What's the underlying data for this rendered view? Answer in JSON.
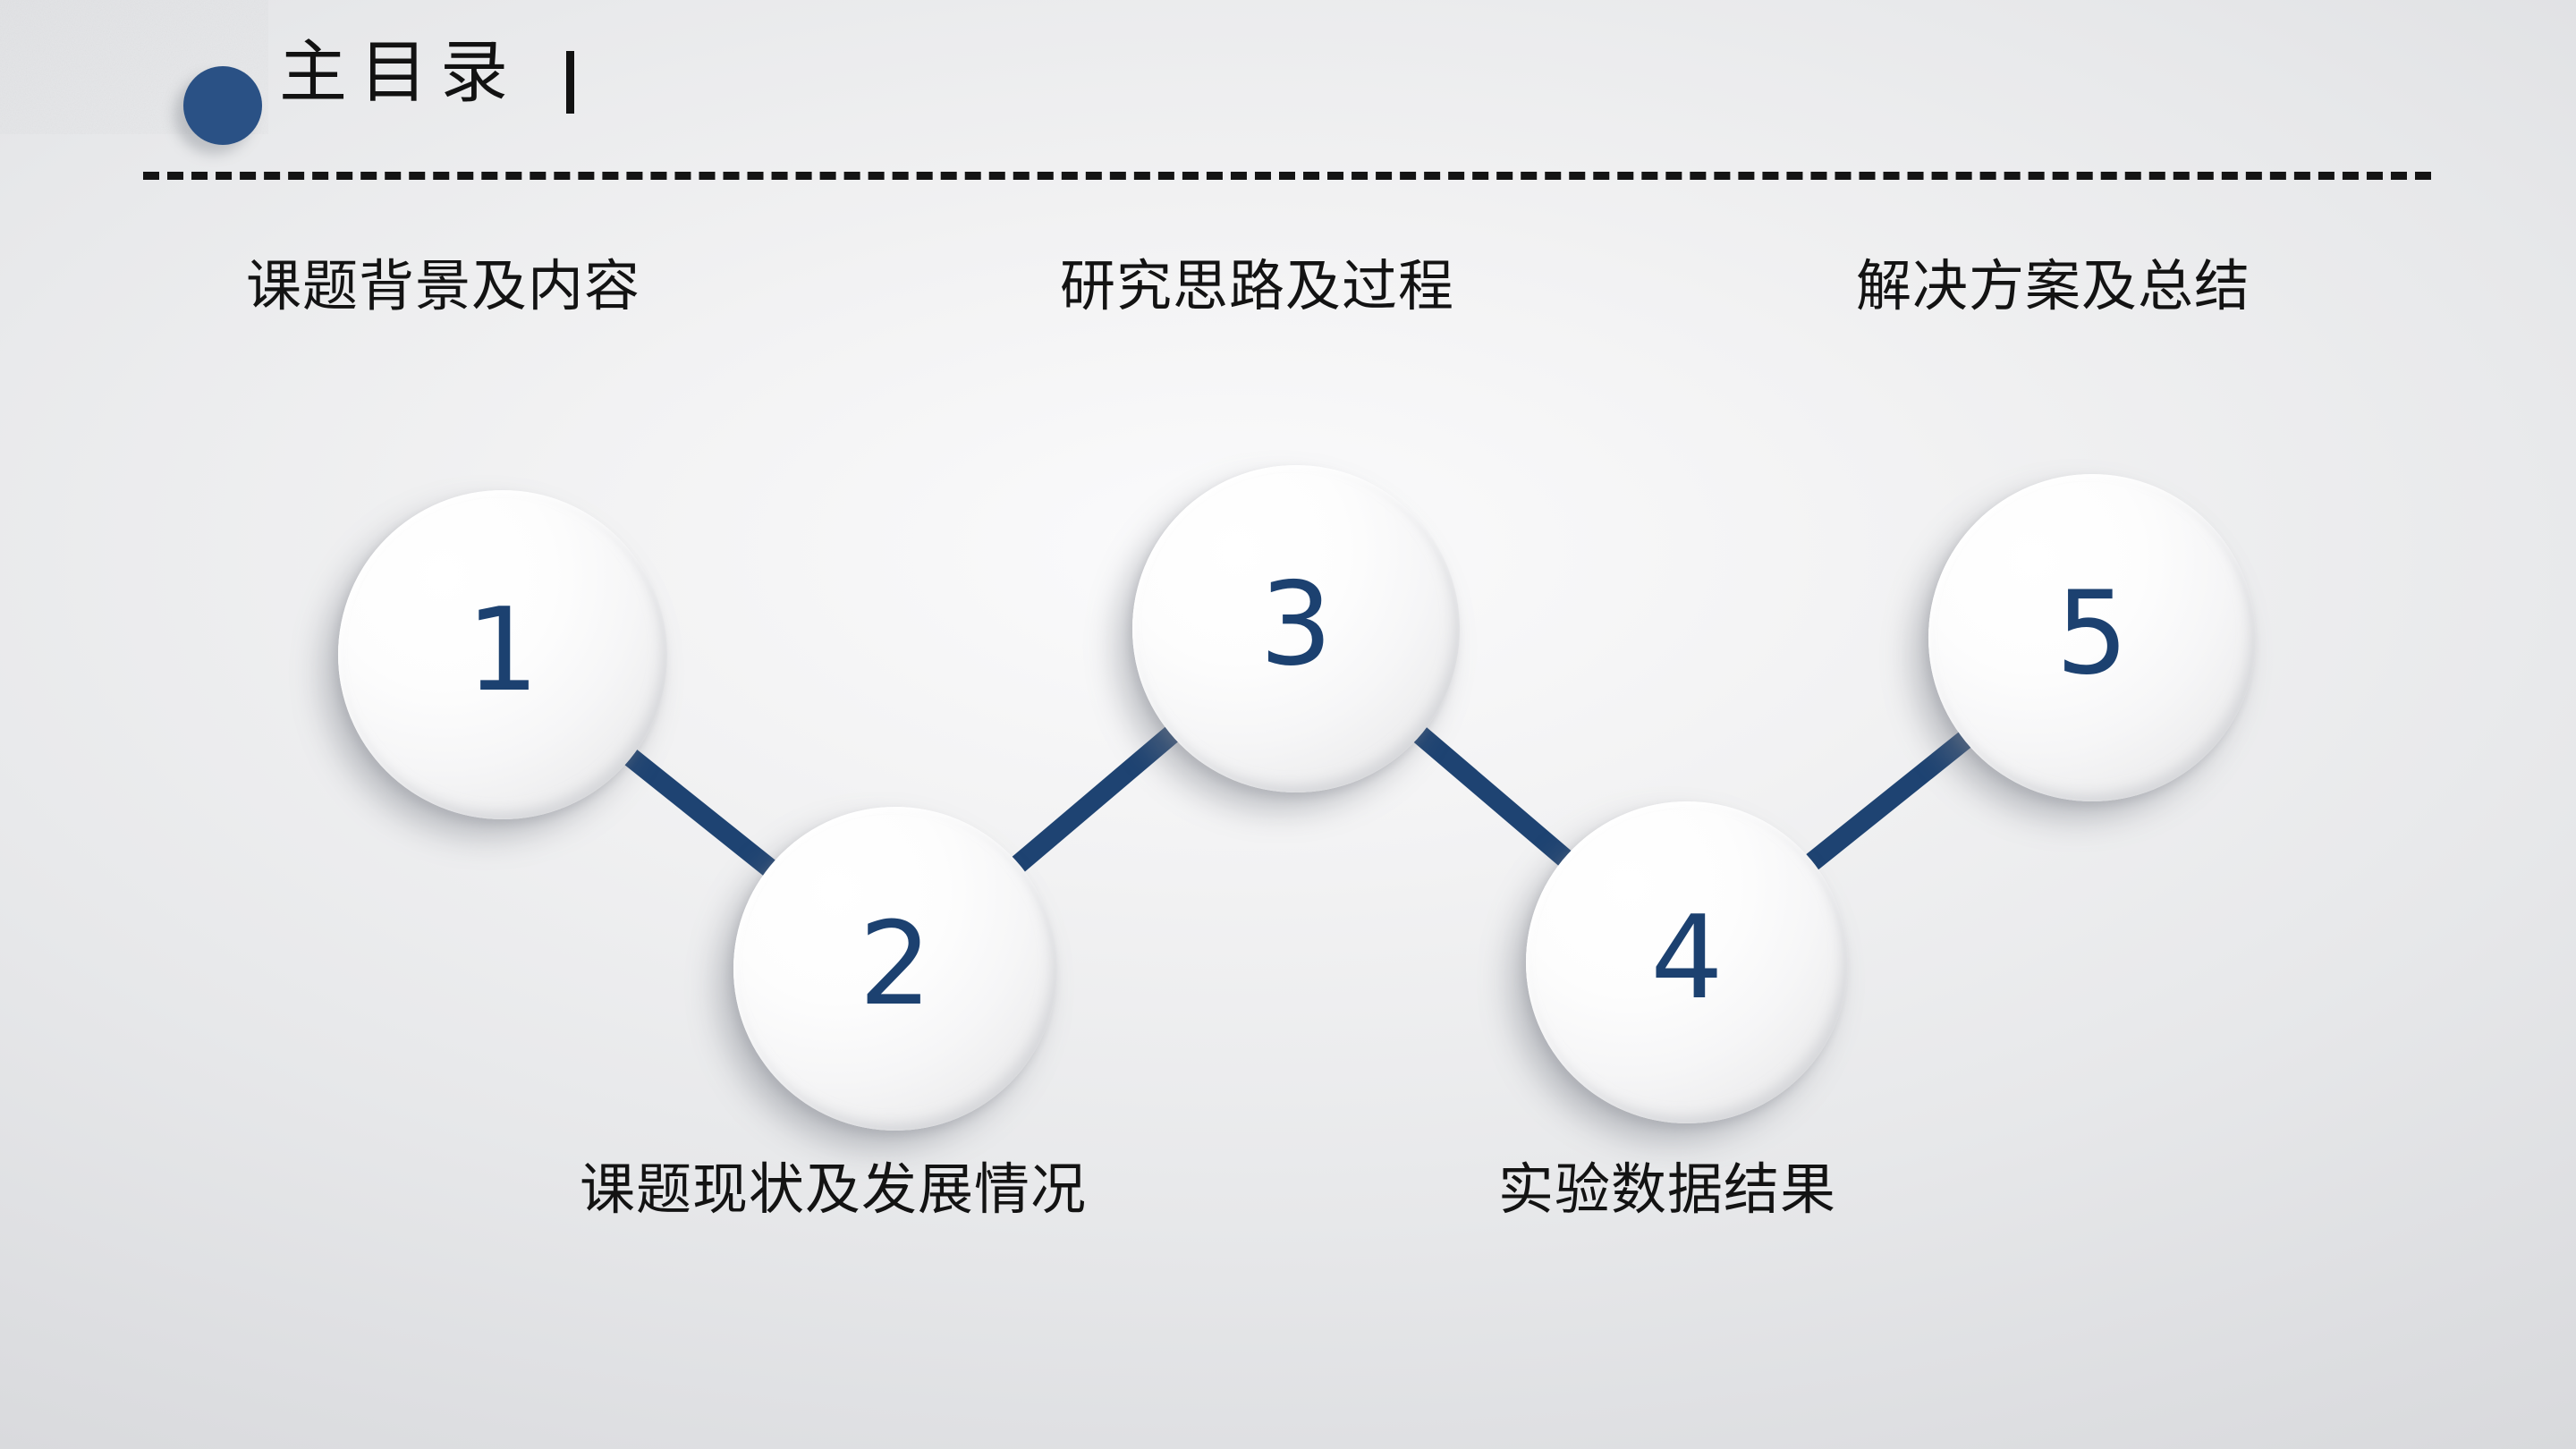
{
  "slide": {
    "title": "主目录",
    "title_bar_glyph": "|",
    "bullet_icon": "filled-circle-icon",
    "accent_color": "#2a5185",
    "number_color": "#1c4170",
    "connector_color": "#1e4372",
    "rule_color": "#141414",
    "background_color": "#e4e5e7"
  },
  "captions": {
    "top": [
      {
        "text": "课题背景及内容"
      },
      {
        "text": "研究思路及过程"
      },
      {
        "text": "解决方案及总结"
      }
    ],
    "bottom": [
      {
        "text": "课题现状及发展情况"
      },
      {
        "text": "实验数据结果"
      }
    ]
  },
  "nodes": [
    {
      "number": "1",
      "label": "课题背景及内容"
    },
    {
      "number": "2",
      "label": "课题现状及发展情况"
    },
    {
      "number": "3",
      "label": "研究思路及过程"
    },
    {
      "number": "4",
      "label": "实验数据结果"
    },
    {
      "number": "5",
      "label": "解决方案及总结"
    }
  ]
}
